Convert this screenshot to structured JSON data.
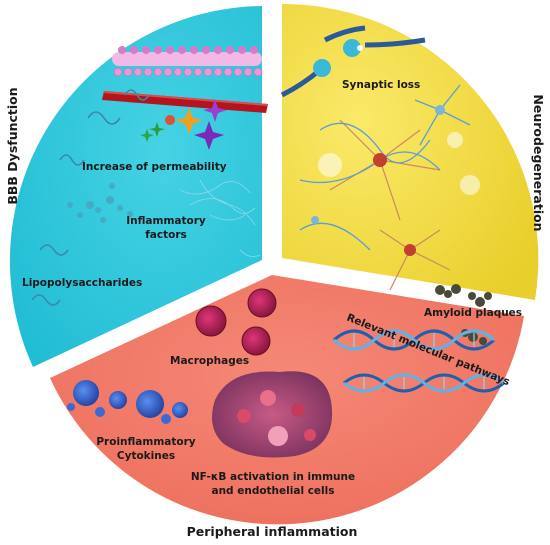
{
  "sections": {
    "bbb": {
      "title": "BBB Dysfunction",
      "labels": {
        "permeability": "Increase of permeability",
        "factors_line1": "Inflammatory",
        "factors_line2": "factors",
        "lps": "Lipopolysaccharides"
      },
      "color": "#29c7dc"
    },
    "neuro": {
      "title": "Neurodegeneration",
      "labels": {
        "synaptic": "Synaptic loss",
        "amyloid": "Amyloid plaques"
      },
      "color": "#efd83a"
    },
    "peripheral": {
      "title": "Peripheral inflammation",
      "labels": {
        "macrophages": "Macrophages",
        "cytokines_line1": "Proinflammatory",
        "cytokines_line2": "Cytokines",
        "nfkb_line1": "NF-κB activation in immune",
        "nfkb_line2": "and endothelial cells"
      },
      "color": "#f37766"
    }
  },
  "pathways_label": "Relevant molecular pathways"
}
